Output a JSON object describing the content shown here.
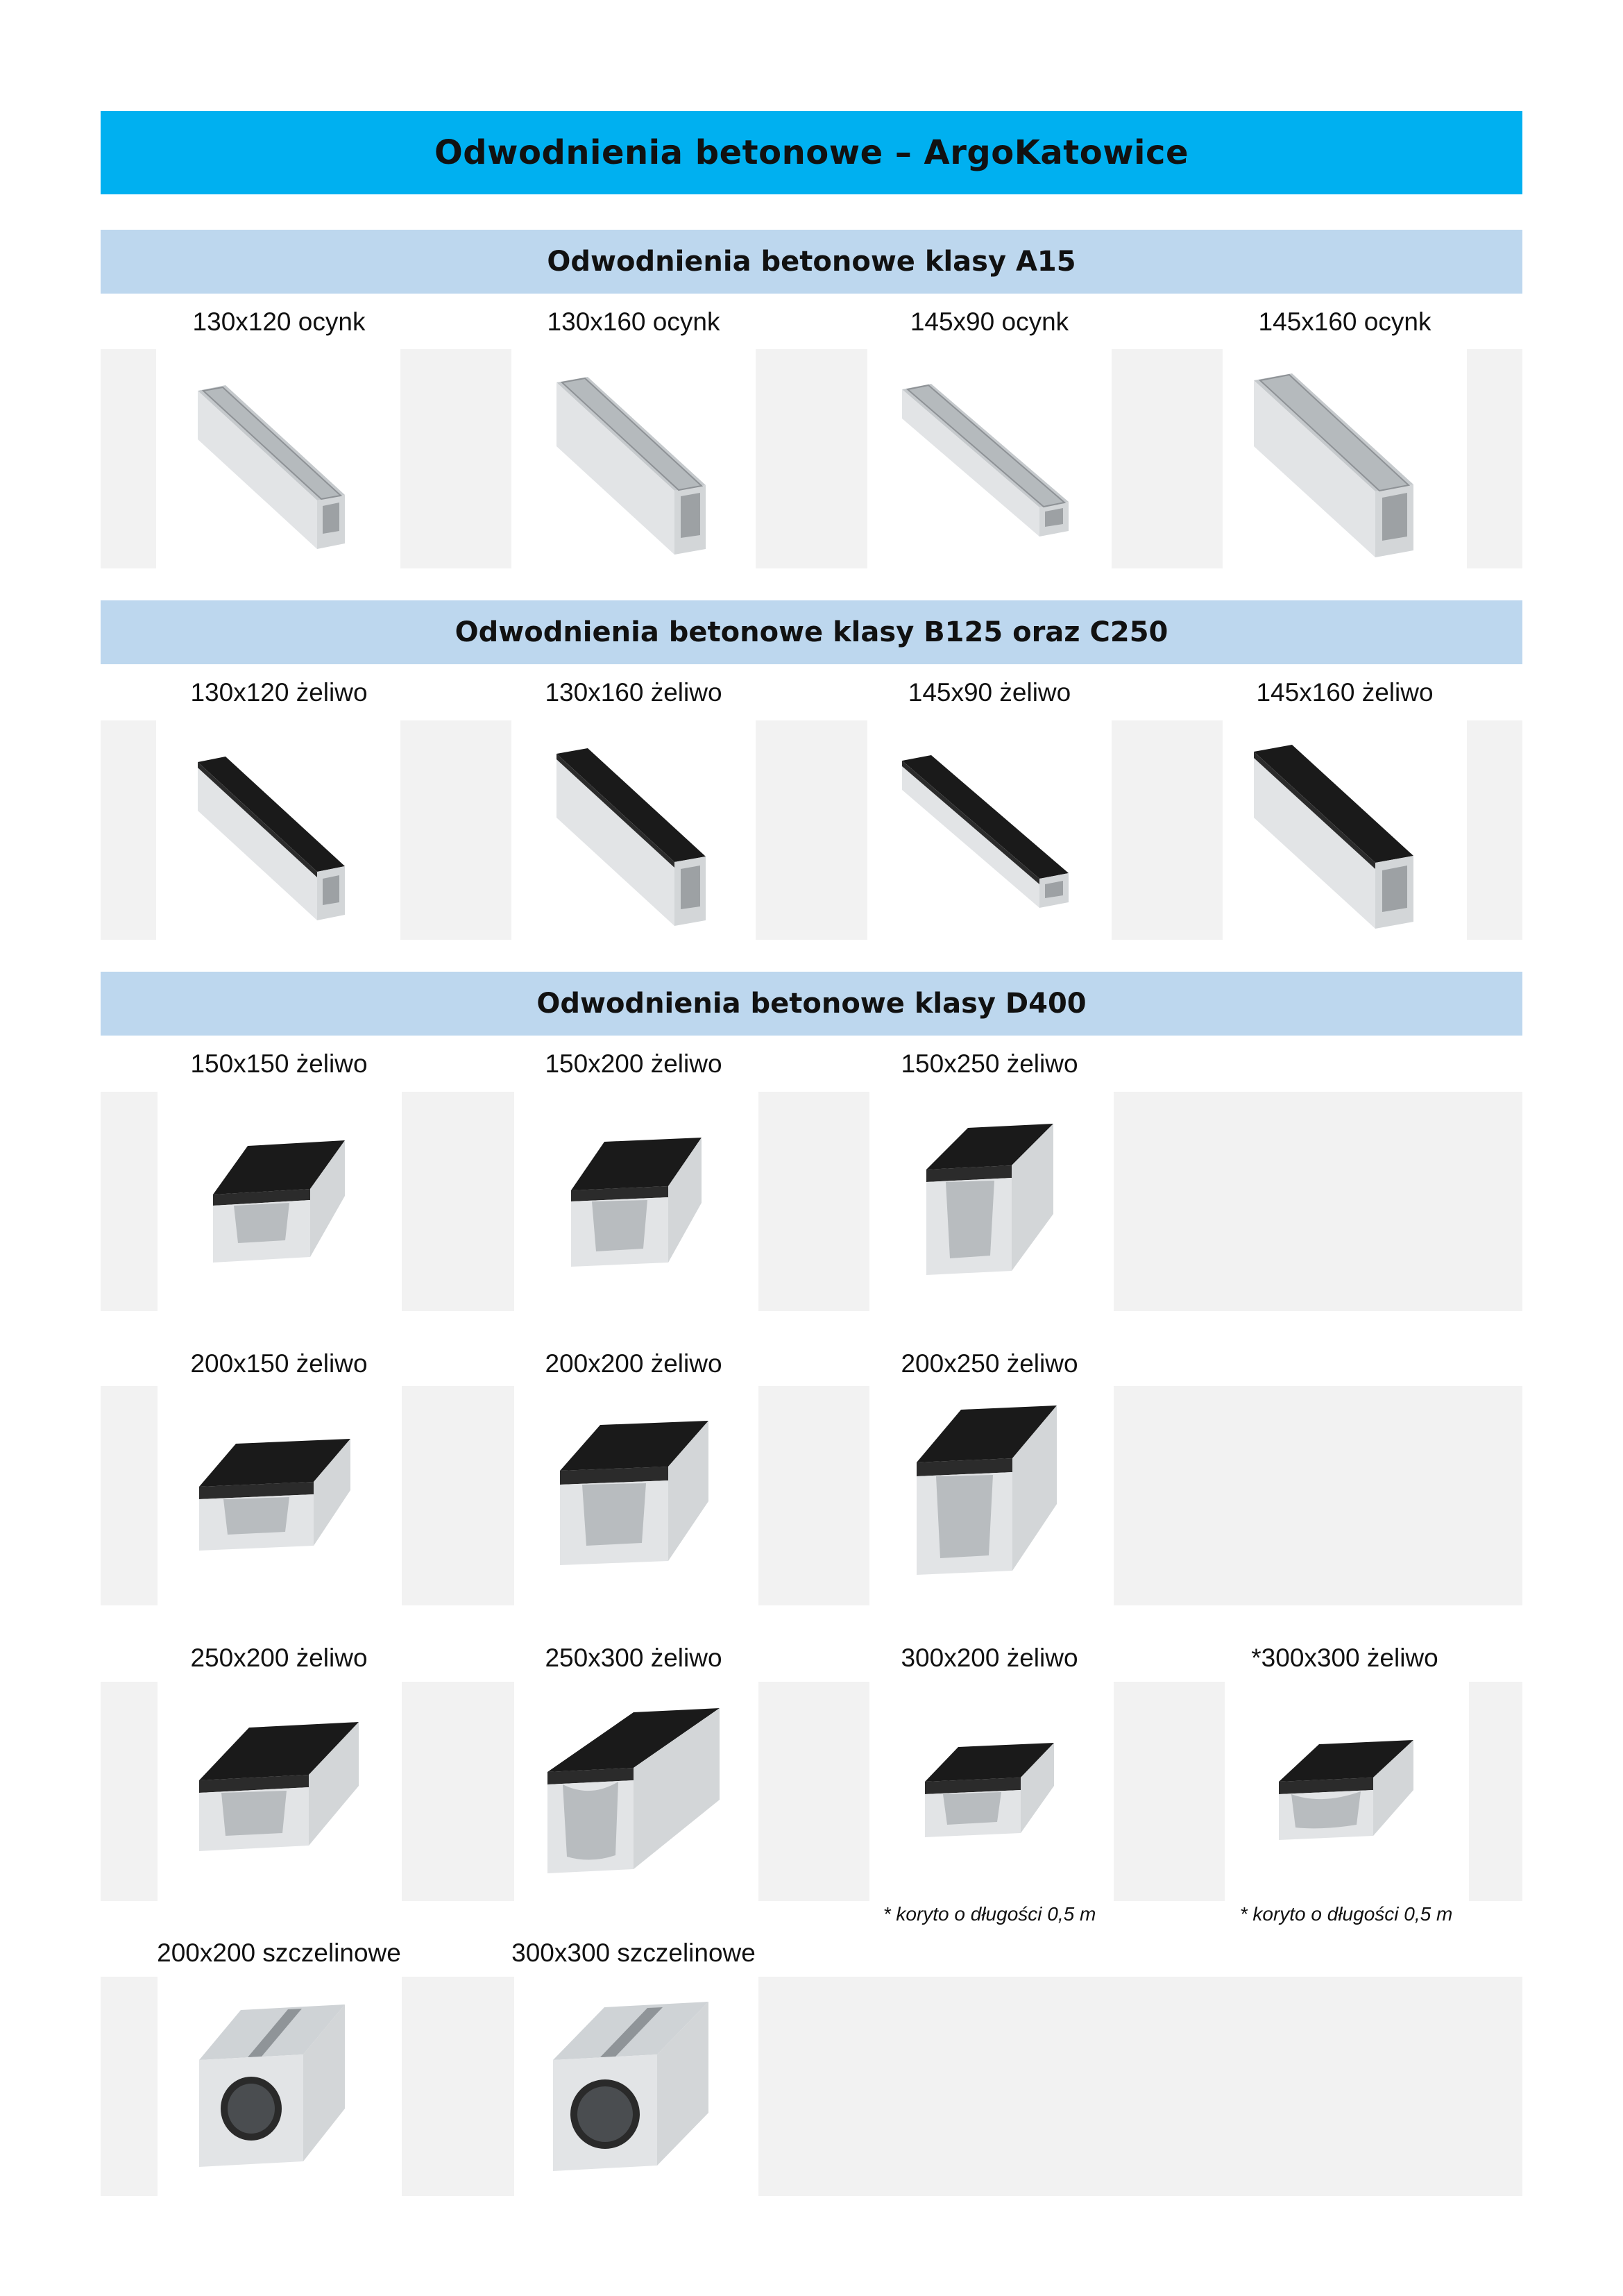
{
  "title": "Odwodnienia betonowe – ArgoKatowice",
  "sections": {
    "a15": {
      "heading": "Odwodnienia betonowe klasy A15",
      "items": [
        {
          "label": "130x120 ocynk",
          "icon": "concrete-channel-galvanized-grate-icon"
        },
        {
          "label": "130x160 ocynk",
          "icon": "concrete-channel-galvanized-grate-icon"
        },
        {
          "label": "145x90 ocynk",
          "icon": "concrete-channel-galvanized-grate-icon"
        },
        {
          "label": "145x160 ocynk",
          "icon": "concrete-channel-galvanized-grate-icon"
        }
      ]
    },
    "b125": {
      "heading": "Odwodnienia betonowe klasy B125 oraz C250",
      "items": [
        {
          "label": "130x120 żeliwo",
          "icon": "concrete-channel-cast-iron-grate-icon"
        },
        {
          "label": "130x160 żeliwo",
          "icon": "concrete-channel-cast-iron-grate-icon"
        },
        {
          "label": "145x90 żeliwo",
          "icon": "concrete-channel-cast-iron-grate-icon"
        },
        {
          "label": "145x160 żeliwo",
          "icon": "concrete-channel-cast-iron-grate-icon"
        }
      ]
    },
    "d400": {
      "heading": "Odwodnienia betonowe klasy D400",
      "row1": [
        {
          "label": "150x150 żeliwo"
        },
        {
          "label": "150x200 żeliwo"
        },
        {
          "label": "150x250 żeliwo"
        }
      ],
      "row2": [
        {
          "label": "200x150 żeliwo"
        },
        {
          "label": "200x200 żeliwo"
        },
        {
          "label": "200x250 żeliwo"
        }
      ],
      "row3": [
        {
          "label": "250x200 żeliwo"
        },
        {
          "label": "250x300 żeliwo"
        },
        {
          "label": "300x200 żeliwo"
        },
        {
          "label": "*300x300 żeliwo"
        }
      ],
      "notes": [
        "* koryto o długości 0,5 m",
        "* koryto o długości 0,5 m"
      ],
      "row4": [
        {
          "label": "200x200 szczelinowe",
          "icon": "slot-drain-block-icon"
        },
        {
          "label": "300x300 szczelinowe",
          "icon": "slot-drain-block-icon"
        }
      ]
    }
  },
  "colors": {
    "title_bar": "#00b0f0",
    "section_bar": "#bdd7ee",
    "image_band": "#f2f2f2",
    "concrete": "#d9dcdf",
    "cast_iron": "#1a1a1a",
    "galvanized": "#bfc3c6"
  }
}
